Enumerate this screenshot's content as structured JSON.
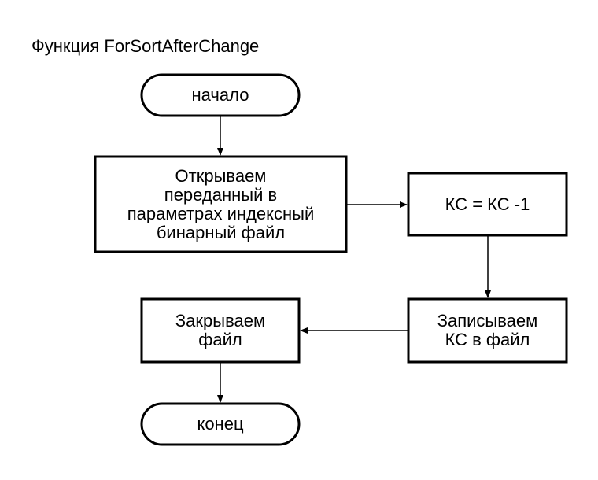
{
  "diagram": {
    "title": "Функция ForSortAfterChange",
    "nodes": {
      "start": {
        "label": "начало"
      },
      "open_file": {
        "lines": [
          "Открываем",
          "переданный в",
          "параметрах индексный",
          "бинарный файл"
        ]
      },
      "decrement": {
        "label": "КС = КС -1"
      },
      "write": {
        "lines": [
          "Записываем",
          "КС в файл"
        ]
      },
      "close": {
        "lines": [
          "Закрываем",
          "файл"
        ]
      },
      "end": {
        "label": "конец"
      }
    },
    "edges": [
      {
        "from": "start",
        "to": "open_file"
      },
      {
        "from": "open_file",
        "to": "decrement"
      },
      {
        "from": "decrement",
        "to": "write"
      },
      {
        "from": "write",
        "to": "close"
      },
      {
        "from": "close",
        "to": "end"
      }
    ]
  }
}
